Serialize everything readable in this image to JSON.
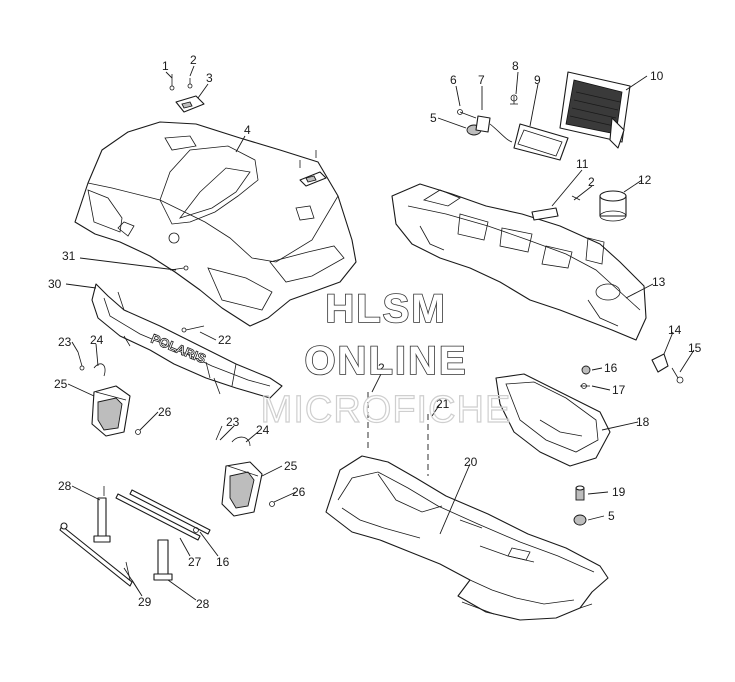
{
  "watermark": {
    "line1": "HLSM",
    "line2": "ONLINE",
    "line3": "MICROFICHE"
  },
  "brand_text": "POLARIS",
  "callouts": [
    {
      "id": "c1",
      "label": "1"
    },
    {
      "id": "c2a",
      "label": "2"
    },
    {
      "id": "c3",
      "label": "3"
    },
    {
      "id": "c4",
      "label": "4"
    },
    {
      "id": "c5a",
      "label": "5"
    },
    {
      "id": "c6",
      "label": "6"
    },
    {
      "id": "c7",
      "label": "7"
    },
    {
      "id": "c8",
      "label": "8"
    },
    {
      "id": "c9",
      "label": "9"
    },
    {
      "id": "c10",
      "label": "10"
    },
    {
      "id": "c11",
      "label": "11"
    },
    {
      "id": "c2b",
      "label": "2"
    },
    {
      "id": "c12",
      "label": "12"
    },
    {
      "id": "c13",
      "label": "13"
    },
    {
      "id": "c14",
      "label": "14"
    },
    {
      "id": "c15",
      "label": "15"
    },
    {
      "id": "c16a",
      "label": "16"
    },
    {
      "id": "c17",
      "label": "17"
    },
    {
      "id": "c18",
      "label": "18"
    },
    {
      "id": "c2c",
      "label": "2"
    },
    {
      "id": "c21",
      "label": "21"
    },
    {
      "id": "c20",
      "label": "20"
    },
    {
      "id": "c19",
      "label": "19"
    },
    {
      "id": "c5b",
      "label": "5"
    },
    {
      "id": "c31",
      "label": "31"
    },
    {
      "id": "c30",
      "label": "30"
    },
    {
      "id": "c22",
      "label": "22"
    },
    {
      "id": "c23a",
      "label": "23"
    },
    {
      "id": "c24a",
      "label": "24"
    },
    {
      "id": "c25a",
      "label": "25"
    },
    {
      "id": "c26a",
      "label": "26"
    },
    {
      "id": "c23b",
      "label": "23"
    },
    {
      "id": "c24b",
      "label": "24"
    },
    {
      "id": "c25b",
      "label": "25"
    },
    {
      "id": "c26b",
      "label": "26"
    },
    {
      "id": "c28a",
      "label": "28"
    },
    {
      "id": "c27",
      "label": "27"
    },
    {
      "id": "c16b",
      "label": "16"
    },
    {
      "id": "c29",
      "label": "29"
    },
    {
      "id": "c28b",
      "label": "28"
    }
  ]
}
